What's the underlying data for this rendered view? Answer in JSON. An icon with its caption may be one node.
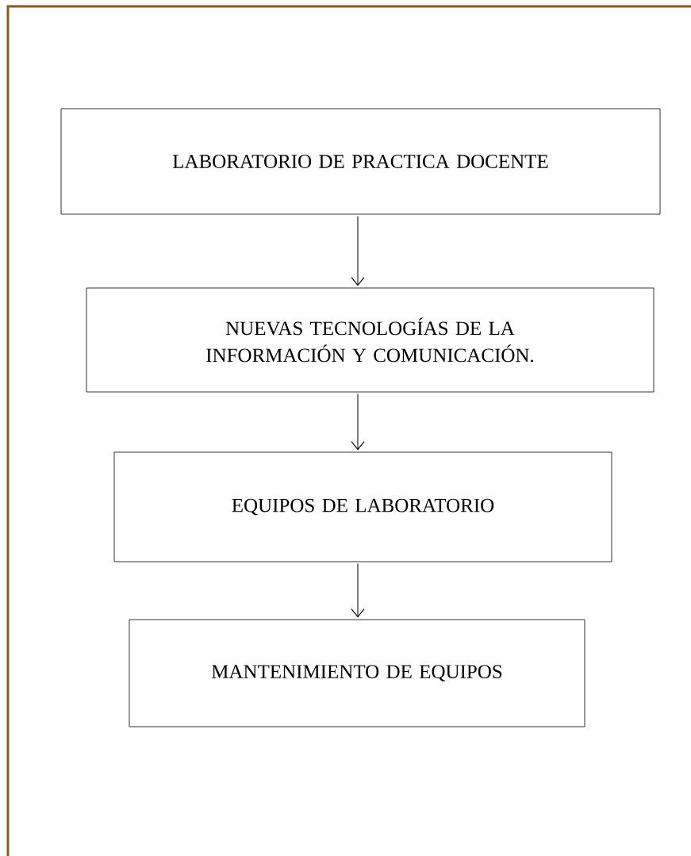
{
  "diagram": {
    "nodes": [
      {
        "text": [
          "LABORATORIO DE PRACTICA DOCENTE"
        ]
      },
      {
        "text": [
          "NUEVAS TECNOLOGÍAS DE LA INFORMACIÓN Y COMUNICACIÓN."
        ]
      },
      {
        "text": [
          "EQUIPOS DE LABORATORIO"
        ]
      },
      {
        "text": [
          "MANTENIMIENTO DE EQUIPOS"
        ]
      }
    ],
    "edges": [
      {
        "from": 0,
        "to": 1,
        "arrow": "to"
      },
      {
        "from": 1,
        "to": 2,
        "arrow": "to"
      },
      {
        "from": 2,
        "to": 3,
        "arrow": "to"
      }
    ]
  }
}
